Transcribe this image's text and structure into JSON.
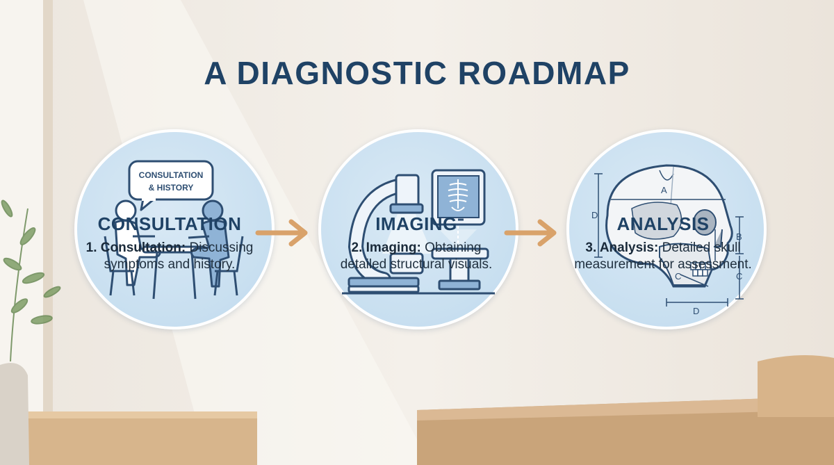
{
  "title": "A DIAGNOSTIC ROADMAP",
  "colors": {
    "title": "#1f4265",
    "circle": "#c8dff0",
    "icon_stroke": "#2e4e72",
    "icon_fill": "#8fb3d6",
    "arrow": "#d9a26a"
  },
  "steps": [
    {
      "icon": "consultation-icon",
      "bubble": [
        "CONSULTATION",
        "& HISTORY"
      ],
      "heading": "CONSULTATION",
      "desc_label": "1. Consultation:",
      "desc_text": " Discussing",
      "desc_line2": "symptoms and history."
    },
    {
      "icon": "imaging-icon",
      "heading": "IMAGING",
      "desc_label": "2. Imaging:",
      "desc_text": " Obtaining",
      "desc_line2": "detailed structural visuals."
    },
    {
      "icon": "skull-measurement-icon",
      "labels": {
        "a": "A",
        "b": "B",
        "c": "C",
        "d": "D"
      },
      "heading": "ANALYSIS",
      "desc_label": "3. Analysis:",
      "desc_text": " Detailed skull",
      "desc_line2": "measurement for assessment."
    }
  ]
}
